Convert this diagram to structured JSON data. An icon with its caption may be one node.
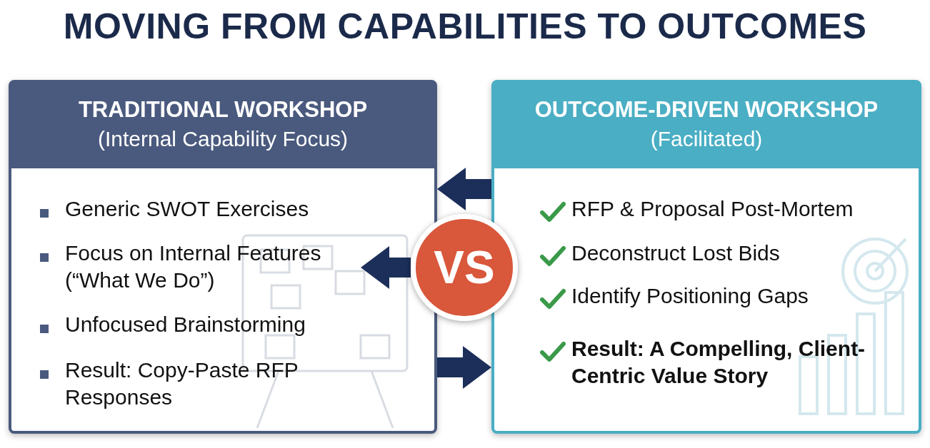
{
  "diagram": {
    "title": "MOVING FROM CAPABILITIES TO OUTCOMES",
    "nodes": [
      {
        "text": [
          "TRADITIONAL WORKSHOP",
          "(Internal Capability Focus)",
          "Generic SWOT Exercises",
          "Focus on Internal Features (“What We Do”)",
          "Unfocused Brainstorming",
          "Result: Copy-Paste RFP Responses"
        ]
      },
      {
        "text": [
          "OUTCOME-DRIVEN WORKSHOP",
          "(Facilitated)",
          "RFP & Proposal Post-Mortem",
          "Deconstruct Lost Bids",
          "Identify Positioning Gaps",
          "Result: A Compelling, Client-Centric Value Story"
        ]
      },
      {
        "text": [
          "VS"
        ]
      }
    ],
    "edges": [
      {
        "from": 1,
        "to": 0,
        "arrow": "to"
      },
      {
        "from": 2,
        "to": 0,
        "arrow": "to"
      },
      {
        "from": 0,
        "to": 1,
        "arrow": "to"
      }
    ]
  }
}
